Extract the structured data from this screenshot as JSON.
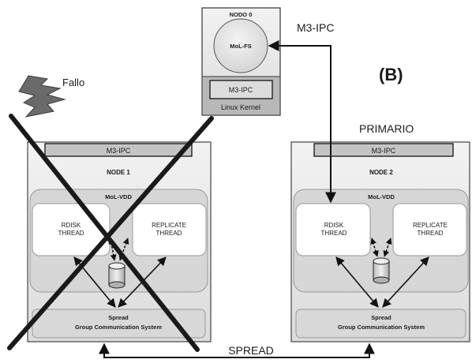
{
  "nodo0": {
    "title": "NODO 0",
    "fs": "MoL-FS",
    "ipc": "M3-IPC",
    "kernel": "Linux Kernel"
  },
  "ipc_link_label": "M3-IPC",
  "label_b": "(B)",
  "fallo": "Fallo",
  "primario": "PRIMARIO",
  "spread_label": "SPREAD",
  "node1": {
    "ipc": "M3-IPC",
    "title": "NODE 1",
    "vdd": "MoL-VDD",
    "rdisk": [
      "RDISK",
      "THREAD"
    ],
    "replicate": [
      "REPLICATE",
      "THREAD"
    ],
    "spread": [
      "Spread",
      "Group Communication System"
    ]
  },
  "node2": {
    "ipc": "M3-IPC",
    "title": "NODE 2",
    "vdd": "MoL-VDD",
    "rdisk": [
      "RDISK",
      "THREAD"
    ],
    "replicate": [
      "REPLICATE",
      "THREAD"
    ],
    "spread": [
      "Spread",
      "Group Communication System"
    ]
  },
  "colors": {
    "box_bg": "#e9e9e9",
    "inner_bg": "#d6d6d6",
    "bar_bg": "#c4c4c4",
    "line": "#111111"
  }
}
